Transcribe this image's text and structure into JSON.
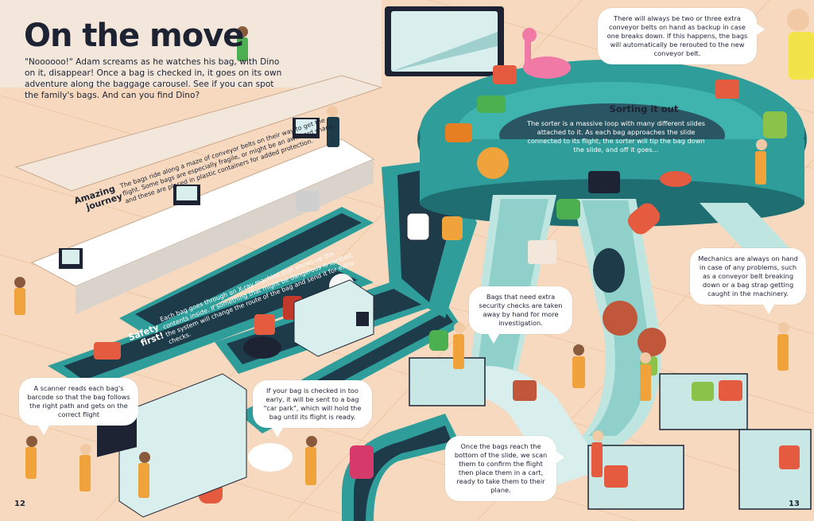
{
  "title": "On the move",
  "intro": "\"Noooooo!\" Adam screams as he watches his bag, with Dino on it, disappear! Once a bag is checked in, it goes on its own adventure along the baggage carousel. See if you can spot the family's bags. And can you find Dino?",
  "amazing_journey": {
    "label_line1": "Amazing",
    "label_line2": "journey",
    "text": "The bags ride along a maze of conveyor belts on their way to get the flight. Some bags are especially fragile, or might be an awkward shape, and these are placed in plastic containers for added protection."
  },
  "safety_first": {
    "label_line1": "Safety",
    "label_line2": "first!",
    "text": "Each bag goes through an X-ray machine that shows up the contents inside. If something that might be dangerous is spotted, the system will change the route of the bag and send it for extra checks."
  },
  "sorting": {
    "title": "Sorting it out",
    "text": "The sorter is a massive loop with many different slides attached to it. As each bag approaches the slide connected to its flight, the sorter will tip the bag down the slide, and off it goes..."
  },
  "bubbles": {
    "backup_belts": "There will always be two or three extra conveyor belts on hand as backup in case one breaks down. If this happens, the bags will automatically be rerouted to the new conveyor belt.",
    "security_checks": "Bags that need extra security checks are taken away by hand for more investigation.",
    "mechanics": "Mechanics are always on hand in case of any problems, such as a conveyor belt breaking down or a bag strap getting caught in the machinery.",
    "scanner": "A scanner reads each bag's barcode so that the bag follows the right path and gets on the correct flight",
    "car_park": "If your bag is checked in too early, it will be sent to a bag \"car park\", which will hold the bag until its flight is ready.",
    "bottom_slide": "Once the bags reach the bottom of the slide, we scan them to confirm the flight then place them in a cart, ready to take them to their plane."
  },
  "page_numbers": {
    "left": "12",
    "right": "13"
  },
  "colors": {
    "floor": "#f6d9bf",
    "teal": "#2f9e9b",
    "teal_dark": "#1f6f72",
    "navy": "#1d2333",
    "belt": "#1e3b4a",
    "sorter_inner": "#2a5563"
  }
}
